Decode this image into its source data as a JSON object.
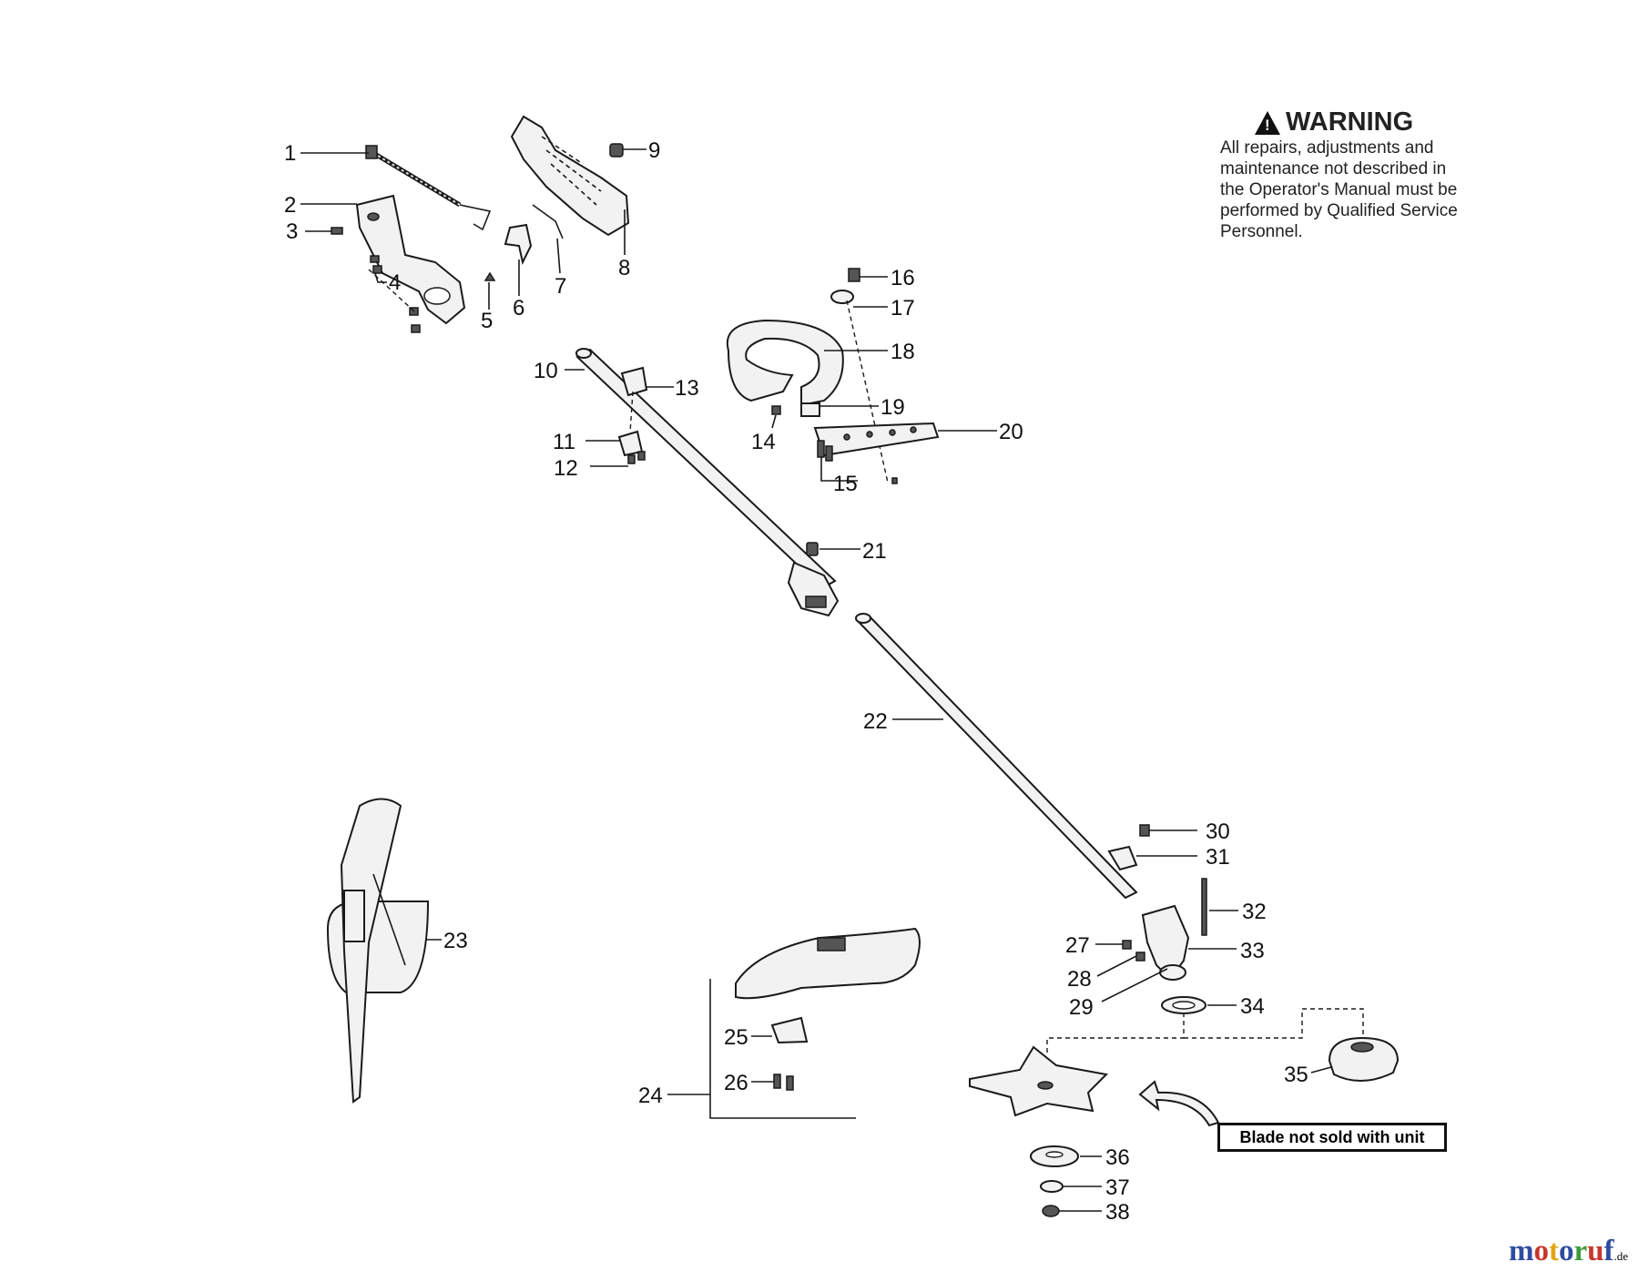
{
  "warning": {
    "title": "WARNING",
    "body": "All repairs, adjustments and\nmaintenance not described in\nthe Operator's Manual must be\nperformed by Qualified Service\nPersonnel."
  },
  "note": "Blade not sold with unit",
  "watermark": {
    "brand": "motoruf",
    "suffix": ".de",
    "colors": [
      "#2f4da0",
      "#c8372d",
      "#e2a517",
      "#2f4da0",
      "#3d9a3d",
      "#c8372d",
      "#2f4da0"
    ]
  },
  "callouts": [
    "1",
    "2",
    "3",
    "4",
    "5",
    "6",
    "7",
    "8",
    "9",
    "10",
    "11",
    "12",
    "13",
    "14",
    "15",
    "16",
    "17",
    "18",
    "19",
    "20",
    "21",
    "22",
    "23",
    "24",
    "25",
    "26",
    "27",
    "28",
    "29",
    "30",
    "31",
    "32",
    "33",
    "34",
    "35",
    "36",
    "37",
    "38"
  ]
}
